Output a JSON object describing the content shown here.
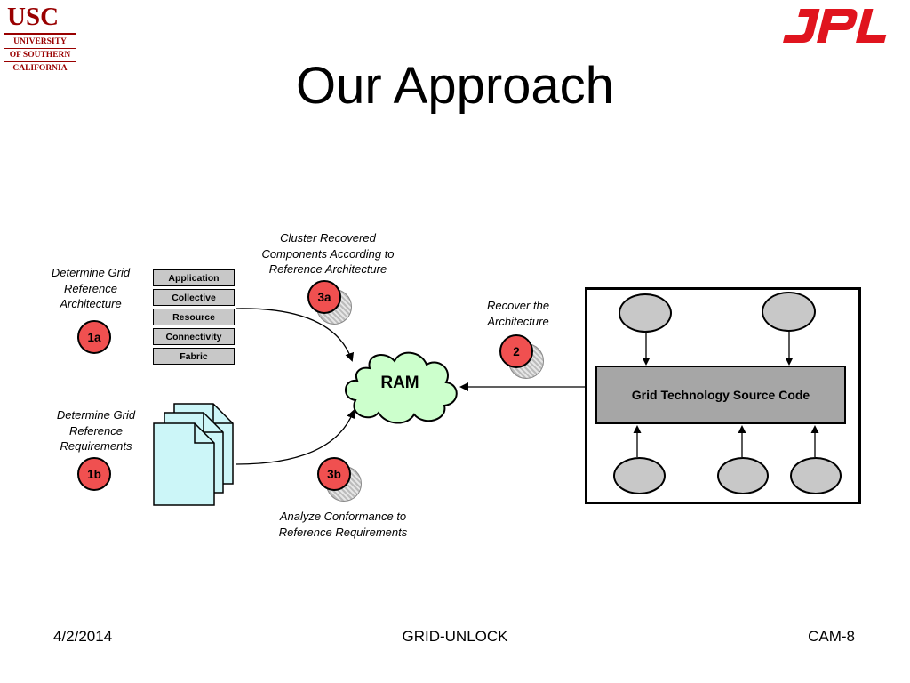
{
  "logos": {
    "usc_main": "USC",
    "usc_line1": "UNIVERSITY",
    "usc_line2": "OF SOUTHERN",
    "usc_line3": "CALIFORNIA",
    "jpl": "JPL",
    "usc_color": "#990000",
    "jpl_color": "#e0141e"
  },
  "title": "Our Approach",
  "captions": {
    "step_1a": "Determine Grid Reference Architecture",
    "step_1b": "Determine Grid Reference Requirements",
    "step_3a": "Cluster Recovered Components According to Reference Architecture",
    "step_2": "Recover the Architecture",
    "step_3b": "Analyze Conformance to Reference Requirements"
  },
  "badges": {
    "b1a": "1a",
    "b1b": "1b",
    "b3a": "3a",
    "b2": "2",
    "b3b": "3b",
    "color": "#f05050"
  },
  "layers": [
    "Application",
    "Collective",
    "Resource",
    "Connectivity",
    "Fabric"
  ],
  "ram": "RAM",
  "source_code": "Grid Technology Source Code",
  "footer": {
    "date": "4/2/2014",
    "center": "GRID-UNLOCK",
    "page": "CAM-8"
  }
}
